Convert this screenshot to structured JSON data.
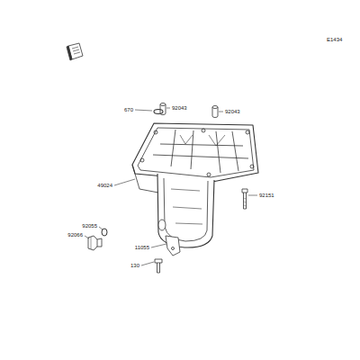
{
  "diagram": {
    "labels": [
      "E1434",
      "670",
      "92043",
      "92043",
      "49024",
      "92055",
      "92066",
      "11055",
      "130",
      "92151"
    ]
  }
}
